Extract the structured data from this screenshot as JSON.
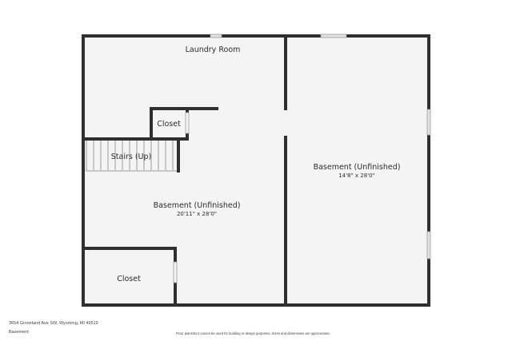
{
  "rooms": {
    "laundry": {
      "name": "Laundry Room"
    },
    "closet_upper": {
      "name": "Closet"
    },
    "stairs": {
      "name": "Stairs (Up)"
    },
    "basement_left": {
      "name": "Basement (Unfinished)",
      "dims": "20'11\" x 28'0\""
    },
    "closet_lower": {
      "name": "Closet"
    },
    "basement_right": {
      "name": "Basement (Unfinished)",
      "dims": "14'8\" x 28'0\""
    }
  },
  "colors": {
    "wall": "#2f2f2f",
    "floor": "#f4f4f4",
    "window": "#d8d8d8",
    "stairs_line": "#9a9a9a"
  },
  "footer": {
    "address": "3654 Groveland Ave SW, Wyoming, MI 49519",
    "floor_name": "Basement",
    "disclaimer": "Floor plans/tour cannot be used for building or design purposes. Sizes and dimensions are approximate."
  }
}
